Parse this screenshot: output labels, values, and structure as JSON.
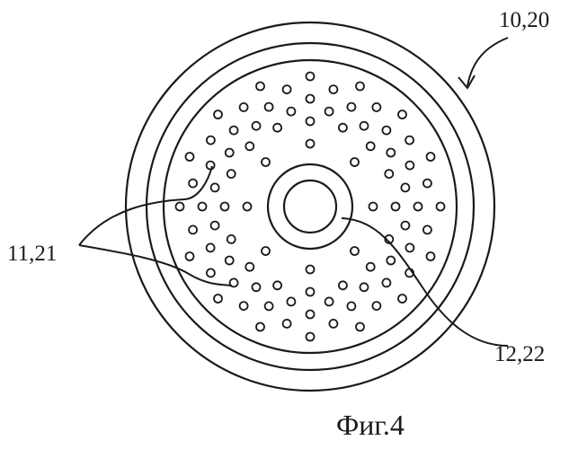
{
  "labels": {
    "assembly": "10,20",
    "holes": "11,21",
    "center": "12,22"
  },
  "caption": "Фиг.4"
}
